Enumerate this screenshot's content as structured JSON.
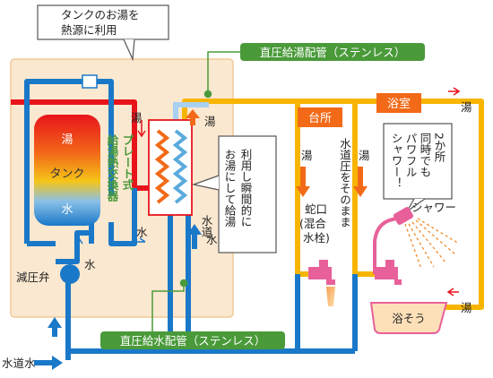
{
  "callout_tank_heat": "タンクのお湯を\n熱源に利用",
  "hot_pipe_label": "直圧給湯配管（ステンレス）",
  "cold_pipe_label": "直圧給水配管（ステンレス）",
  "tank": {
    "top": "湯",
    "mid": "タンク",
    "bottom": "水"
  },
  "exchanger_label": "プレート式\n給湯熱交換器",
  "callout_direct": "水道圧をそのまま\n利用し瞬間的に\nお湯にして給湯",
  "callout_shower": "2か所\n同時でも\nパワフル\nシャワー！",
  "kitchen_label": "台所",
  "bath_room_label": "浴室",
  "hot_word": "湯",
  "water_word": "水",
  "tap_water_word": "水道水",
  "tap_water_vertical": "水道\n水",
  "faucet_label": "蛇口\n(混合\n水栓)",
  "shower_label": "シャワー",
  "bathtub_label": "浴そう",
  "valve_label": "減圧弁",
  "colors": {
    "hot": "#e8141c",
    "cold": "#1a78c8",
    "supply": "#f7b500",
    "house": "#fbe8d0",
    "green": "#4a9a3a"
  }
}
